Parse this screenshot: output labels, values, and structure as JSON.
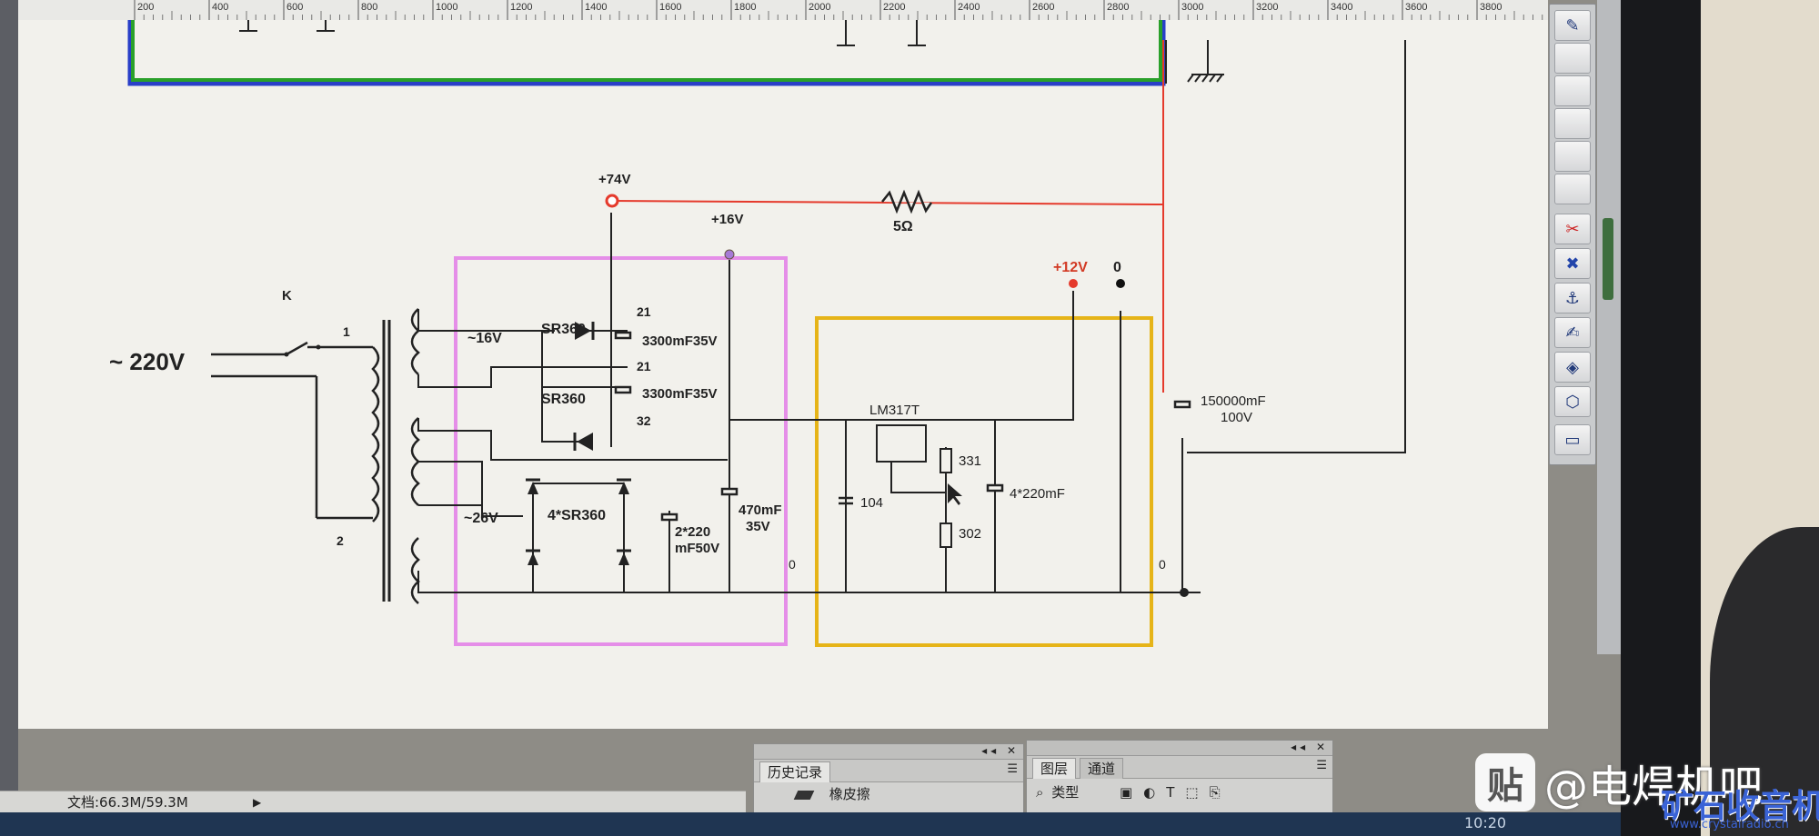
{
  "ruler": {
    "ticks": [
      "200",
      "400",
      "600",
      "800",
      "1000",
      "1200",
      "1400",
      "1600",
      "1800",
      "2000",
      "2200",
      "2400",
      "2600",
      "2800",
      "3000",
      "3200",
      "3400",
      "3600",
      "3800"
    ]
  },
  "schematic": {
    "mains_label": "~ 220V",
    "switch_label": "K",
    "primary_pin1": "1",
    "primary_pin2": "2",
    "winding_16v": "~16V",
    "winding_26v": "~26V",
    "diode1": "SR360",
    "diode2": "SR360",
    "bridge": "4*SR360",
    "node_21a": "21",
    "node_21b": "21",
    "node_32": "32",
    "cap1": "3300mF35V",
    "cap2": "3300mF35V",
    "cap3_line1": "2*220",
    "cap3_line2": "mF50V",
    "cap4_line1": "470mF",
    "cap4_line2": "35V",
    "rail_74v": "+74V",
    "rail_16v": "+16V",
    "rail_12v": "+12V",
    "rail_0": "0",
    "resistor_5": "5Ω",
    "regulator": "LM317T",
    "cap_104": "104",
    "res_331": "331",
    "res_302": "302",
    "cap_4x220": "4*220mF",
    "cap_big_line1": "150000mF",
    "cap_big_line2": "100V",
    "ground_0a": "0",
    "ground_0b": "0"
  },
  "statusbar": {
    "doc_info": "文档:66.3M/59.3M"
  },
  "history_panel": {
    "tab": "历史记录",
    "item": "橡皮擦"
  },
  "layers_panel": {
    "tab1": "图层",
    "tab2": "通道",
    "filter_placeholder": "类型"
  },
  "taskbar": {
    "clock": "10:20"
  },
  "watermark": {
    "badge": "贴",
    "text": "@电焊机吧",
    "logo": "矿石收音机",
    "url": "www.crystalradio.cn"
  },
  "colors": {
    "pink_box": "#e58ee8",
    "yellow_box": "#e6b418",
    "red_wire": "#e53a2c",
    "green_border": "#2aa02a",
    "blue_border": "#2a3fc8"
  }
}
